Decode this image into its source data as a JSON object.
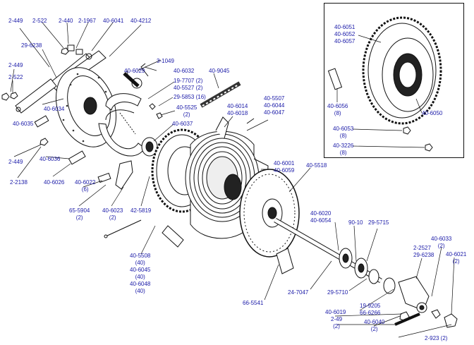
{
  "colors": {
    "label": "#1a1aa8",
    "line": "#111111",
    "background": "#ffffff"
  },
  "parts": [
    {
      "id": "p1",
      "lines": [
        "2-449"
      ]
    },
    {
      "id": "p2",
      "lines": [
        "2-522"
      ]
    },
    {
      "id": "p3",
      "lines": [
        "2-440"
      ]
    },
    {
      "id": "p4",
      "lines": [
        "2-1967"
      ]
    },
    {
      "id": "p5",
      "lines": [
        "40-6041"
      ]
    },
    {
      "id": "p6",
      "lines": [
        "40-4212"
      ]
    },
    {
      "id": "p7",
      "lines": [
        "29-6238"
      ]
    },
    {
      "id": "p8",
      "lines": [
        "3-1049"
      ]
    },
    {
      "id": "p9",
      "lines": [
        "2-449"
      ]
    },
    {
      "id": "p10",
      "lines": [
        "2-522"
      ]
    },
    {
      "id": "p11",
      "lines": [
        "40-6029"
      ]
    },
    {
      "id": "p12",
      "lines": [
        "40-6032"
      ]
    },
    {
      "id": "p13",
      "lines": [
        "40-9045"
      ]
    },
    {
      "id": "p14",
      "lines": [
        "19-7707 (2)",
        "40-5527 (2)"
      ]
    },
    {
      "id": "p15",
      "lines": [
        "29-5853 (16)"
      ]
    },
    {
      "id": "p16",
      "lines": [
        "40-5525",
        "(2)"
      ]
    },
    {
      "id": "p17",
      "lines": [
        "40-6034"
      ]
    },
    {
      "id": "p18",
      "lines": [
        "40-6014",
        "40-6018"
      ]
    },
    {
      "id": "p19",
      "lines": [
        "40-5507",
        "40-6044",
        "40-6047"
      ]
    },
    {
      "id": "p20",
      "lines": [
        "40-6035"
      ]
    },
    {
      "id": "p21",
      "lines": [
        "40-6037"
      ]
    },
    {
      "id": "p22",
      "lines": [
        "2-449"
      ]
    },
    {
      "id": "p23",
      "lines": [
        "40-6036"
      ]
    },
    {
      "id": "p24",
      "lines": [
        "40-6001",
        "40-6059"
      ]
    },
    {
      "id": "p25",
      "lines": [
        "40-5518"
      ]
    },
    {
      "id": "p26",
      "lines": [
        "2-2138"
      ]
    },
    {
      "id": "p27",
      "lines": [
        "40-6026"
      ]
    },
    {
      "id": "p28",
      "lines": [
        "40-6022",
        "(6)"
      ]
    },
    {
      "id": "p29",
      "lines": [
        "65-5904",
        "(2)"
      ]
    },
    {
      "id": "p30",
      "lines": [
        "40-6023",
        "(2)"
      ]
    },
    {
      "id": "p31",
      "lines": [
        "42-5819"
      ]
    },
    {
      "id": "p32",
      "lines": [
        "40-6020",
        "40-6054"
      ]
    },
    {
      "id": "p33",
      "lines": [
        "90-10"
      ]
    },
    {
      "id": "p34",
      "lines": [
        "29-5715"
      ]
    },
    {
      "id": "p35",
      "lines": [
        "40-6033",
        "(2)"
      ]
    },
    {
      "id": "p36",
      "lines": [
        "2-2527",
        "29-6238"
      ]
    },
    {
      "id": "p37",
      "lines": [
        "40-6021",
        "(2)"
      ]
    },
    {
      "id": "p38",
      "lines": [
        "40-5508",
        "(40)",
        "40-6045",
        "(40)",
        "40-6048",
        "(40)"
      ]
    },
    {
      "id": "p39",
      "lines": [
        "66-5541"
      ]
    },
    {
      "id": "p40",
      "lines": [
        "24-7047"
      ]
    },
    {
      "id": "p41",
      "lines": [
        "29-5710"
      ]
    },
    {
      "id": "p42",
      "lines": [
        "19-9205",
        "66-6266"
      ]
    },
    {
      "id": "p43",
      "lines": [
        "40-6019"
      ]
    },
    {
      "id": "p44",
      "lines": [
        "2-49",
        "(2)"
      ]
    },
    {
      "id": "p45",
      "lines": [
        "40-6040",
        "(2)"
      ]
    },
    {
      "id": "p46",
      "lines": [
        "2-923 (2)"
      ]
    },
    {
      "id": "p47",
      "lines": [
        "40-6051",
        "40-6052",
        "40-6057"
      ]
    },
    {
      "id": "p48",
      "lines": [
        "40-6056",
        "(8)"
      ]
    },
    {
      "id": "p49",
      "lines": [
        "40-6050"
      ]
    },
    {
      "id": "p50",
      "lines": [
        "40-6053",
        "(8)"
      ]
    },
    {
      "id": "p51",
      "lines": [
        "40-3226",
        "(8)"
      ]
    }
  ]
}
